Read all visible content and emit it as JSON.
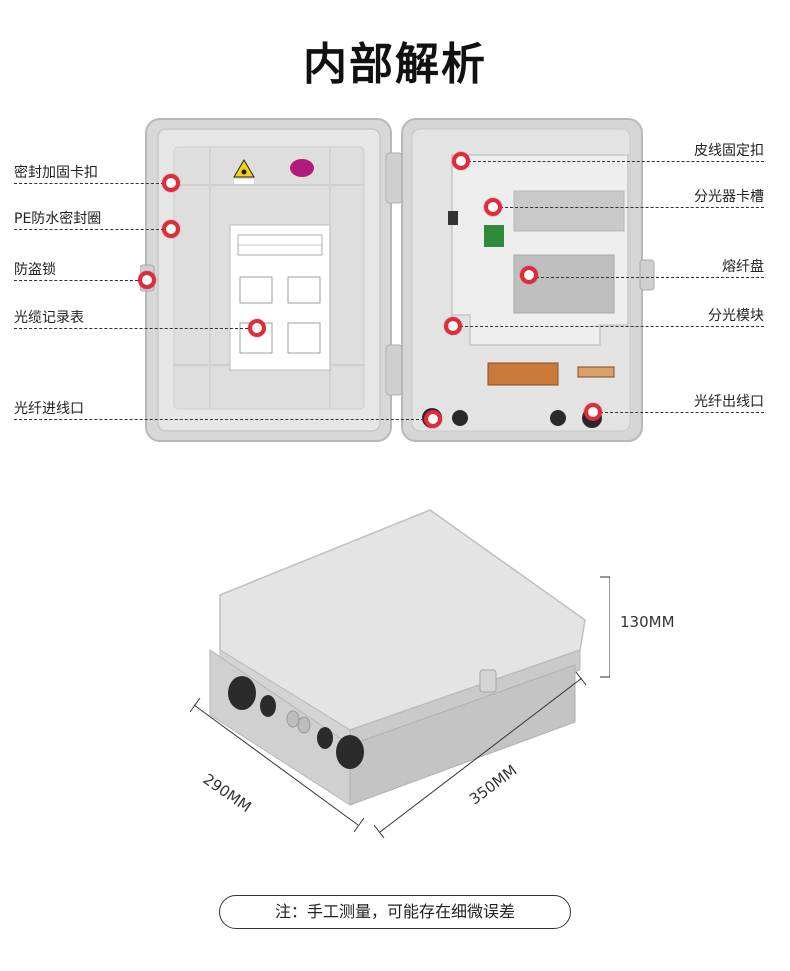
{
  "page": {
    "title": "内部解析"
  },
  "left_labels": [
    {
      "key": "clip",
      "text": "密封加固卡扣"
    },
    {
      "key": "seal",
      "text": "PE防水密封圈"
    },
    {
      "key": "lock",
      "text": "防盗锁"
    },
    {
      "key": "record",
      "text": "光缆记录表"
    },
    {
      "key": "inlet",
      "text": "光纤进线口"
    }
  ],
  "right_labels": [
    {
      "key": "drop",
      "text": "皮线固定扣"
    },
    {
      "key": "slot",
      "text": "分光器卡槽"
    },
    {
      "key": "tray",
      "text": "熔纤盘"
    },
    {
      "key": "splitter",
      "text": "分光模块"
    },
    {
      "key": "outlet",
      "text": "光纤出线口"
    }
  ],
  "dimensions": {
    "height": "130MM",
    "depth": "290MM",
    "width": "350MM"
  },
  "note": "注：手工测量，可能存在细微误差",
  "colors": {
    "marker": "#e12b38",
    "box": "#dcdcdc",
    "mount": "#eeeeee"
  }
}
